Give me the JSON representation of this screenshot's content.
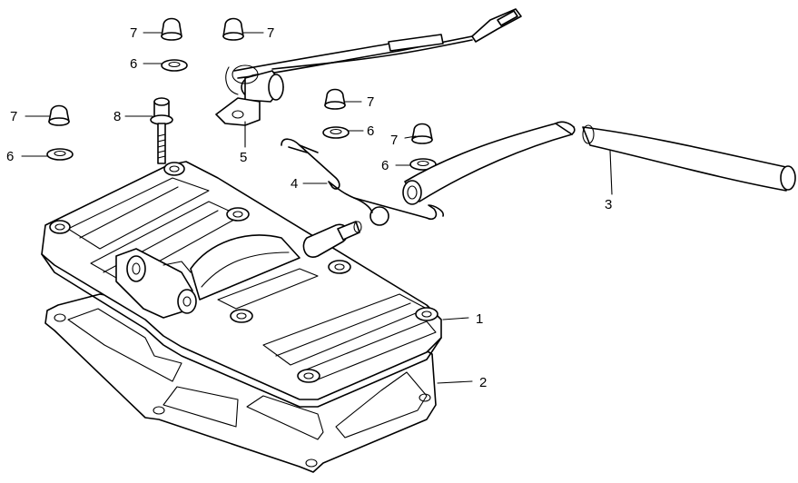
{
  "callouts": [
    {
      "id": "nut-1",
      "text": "7"
    },
    {
      "id": "nut-2",
      "text": "7"
    },
    {
      "id": "washer-1",
      "text": "6"
    },
    {
      "id": "nut-3",
      "text": "7"
    },
    {
      "id": "bolt",
      "text": "8"
    },
    {
      "id": "washer-2",
      "text": "6"
    },
    {
      "id": "sensor",
      "text": "5"
    },
    {
      "id": "nut-4",
      "text": "7"
    },
    {
      "id": "washer-3",
      "text": "6"
    },
    {
      "id": "nut-5",
      "text": "7"
    },
    {
      "id": "washer-4",
      "text": "6"
    },
    {
      "id": "wire-clip",
      "text": "4"
    },
    {
      "id": "hose",
      "text": "3"
    },
    {
      "id": "cover",
      "text": "1"
    },
    {
      "id": "gasket",
      "text": "2"
    }
  ],
  "colors": {
    "line": "#000000",
    "background": "#ffffff"
  }
}
